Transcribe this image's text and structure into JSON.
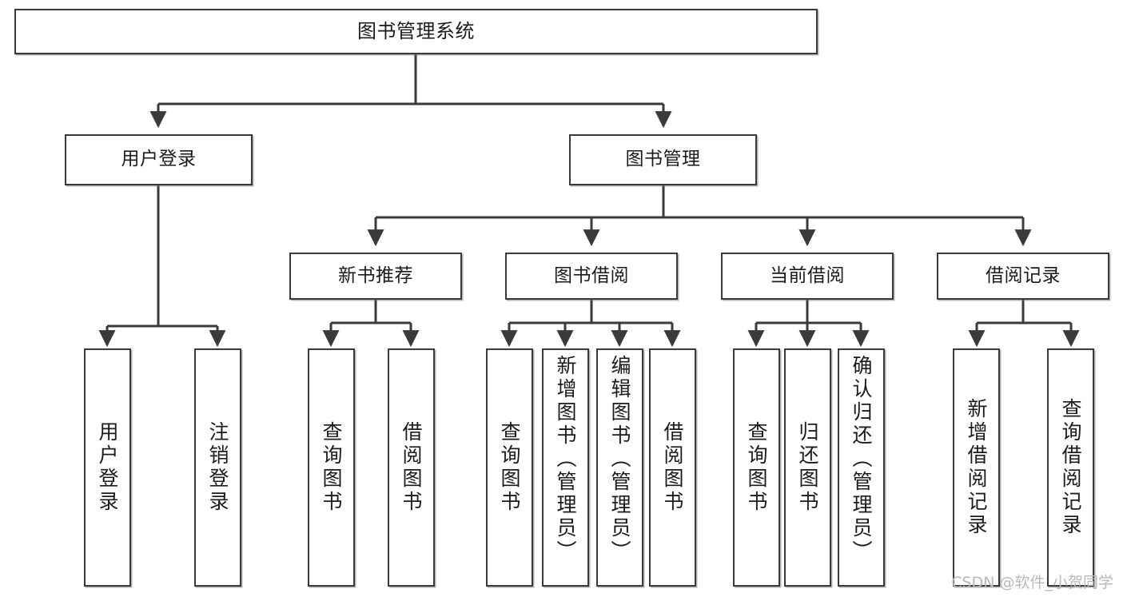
{
  "diagram": {
    "title": "图书管理系统",
    "watermark": "CSDN @软件_小贺同学",
    "line_color": "#3a3a3a",
    "box_border_color": "#3a3a3a",
    "box_fill_color": "#ffffff",
    "text_color": "#1b1b1b",
    "watermark_color": "#b9b9b9"
  },
  "nodes": {
    "root": {
      "label": "图书管理系统"
    },
    "level2": [
      {
        "label": "用户登录"
      },
      {
        "label": "图书管理"
      }
    ],
    "level3": [
      {
        "label": "新书推荐"
      },
      {
        "label": "图书借阅"
      },
      {
        "label": "当前借阅"
      },
      {
        "label": "借阅记录"
      }
    ],
    "leaves": {
      "user_login": [
        {
          "label": "用户登录"
        },
        {
          "label": "注销登录"
        }
      ],
      "new_book": [
        {
          "label": "查询图书"
        },
        {
          "label": "借阅图书"
        }
      ],
      "book_borrow": [
        {
          "label": "查询图书"
        },
        {
          "label": "新增图书（管理员）"
        },
        {
          "label": "编辑图书（管理员）"
        },
        {
          "label": "借阅图书"
        }
      ],
      "current_borrow": [
        {
          "label": "查询图书"
        },
        {
          "label": "归还图书"
        },
        {
          "label": "确认归还（管理员）"
        }
      ],
      "borrow_record": [
        {
          "label": "新增借阅记录"
        },
        {
          "label": "查询借阅记录"
        }
      ]
    }
  }
}
